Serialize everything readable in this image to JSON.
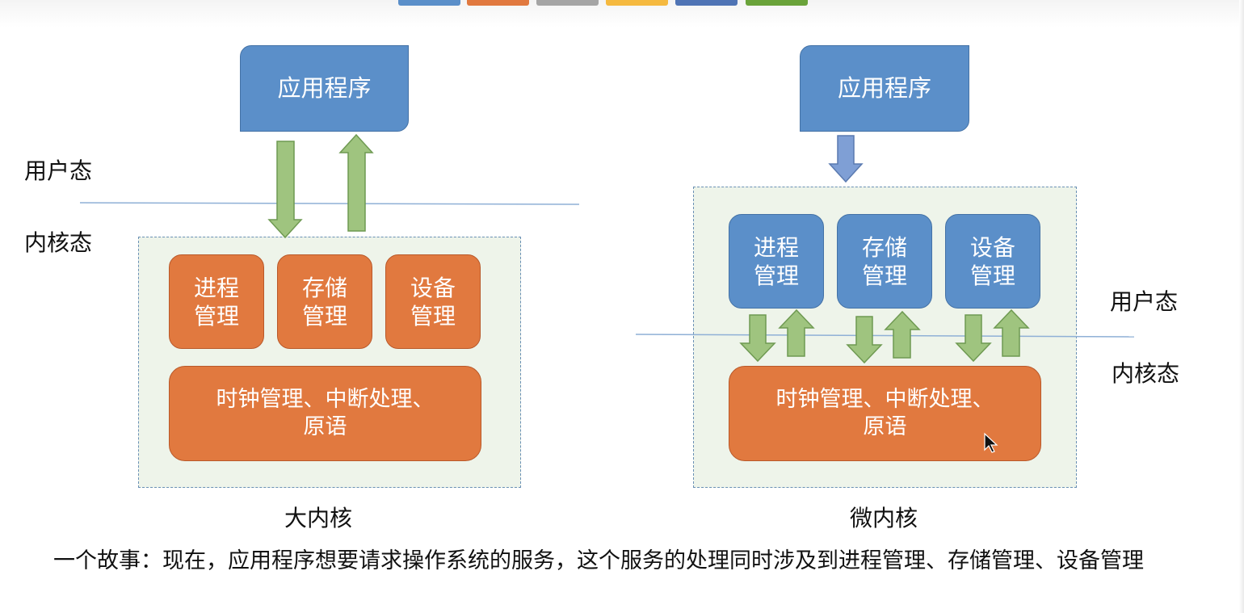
{
  "colors": {
    "blue_box": "#5b8fc9",
    "orange_box": "#e1793f",
    "green_arrow": "#9fc47f",
    "blue_arrow": "#7f9fd5",
    "frame_fill": "#eef4ea",
    "frame_border": "#6a90b5",
    "divider_line": "#8fb0d6"
  },
  "toolbar": {
    "tab_colors": [
      "#5b8fc9",
      "#e1793f",
      "#a5a5a5",
      "#f5b93f",
      "#4f74b5",
      "#6aa33a"
    ]
  },
  "monolithic": {
    "app_label": "应用程序",
    "user_mode_label": "用户态",
    "kernel_mode_label": "内核态",
    "modules": [
      {
        "label": "进程\n管理"
      },
      {
        "label": "存储\n管理"
      },
      {
        "label": "设备\n管理"
      }
    ],
    "base_label": "时钟管理、中断处理、\n原语",
    "caption": "大内核"
  },
  "microkernel": {
    "app_label": "应用程序",
    "user_mode_label": "用户态",
    "kernel_mode_label": "内核态",
    "modules": [
      {
        "label": "进程\n管理"
      },
      {
        "label": "存储\n管理"
      },
      {
        "label": "设备\n管理"
      }
    ],
    "base_label": "时钟管理、中断处理、\n原语",
    "caption": "微内核"
  },
  "story": "一个故事：现在，应用程序想要请求操作系统的服务，这个服务的处理同时涉及到进程管理、存储管理、设备管理",
  "icons": {
    "cursor": "mouse-pointer-icon"
  }
}
